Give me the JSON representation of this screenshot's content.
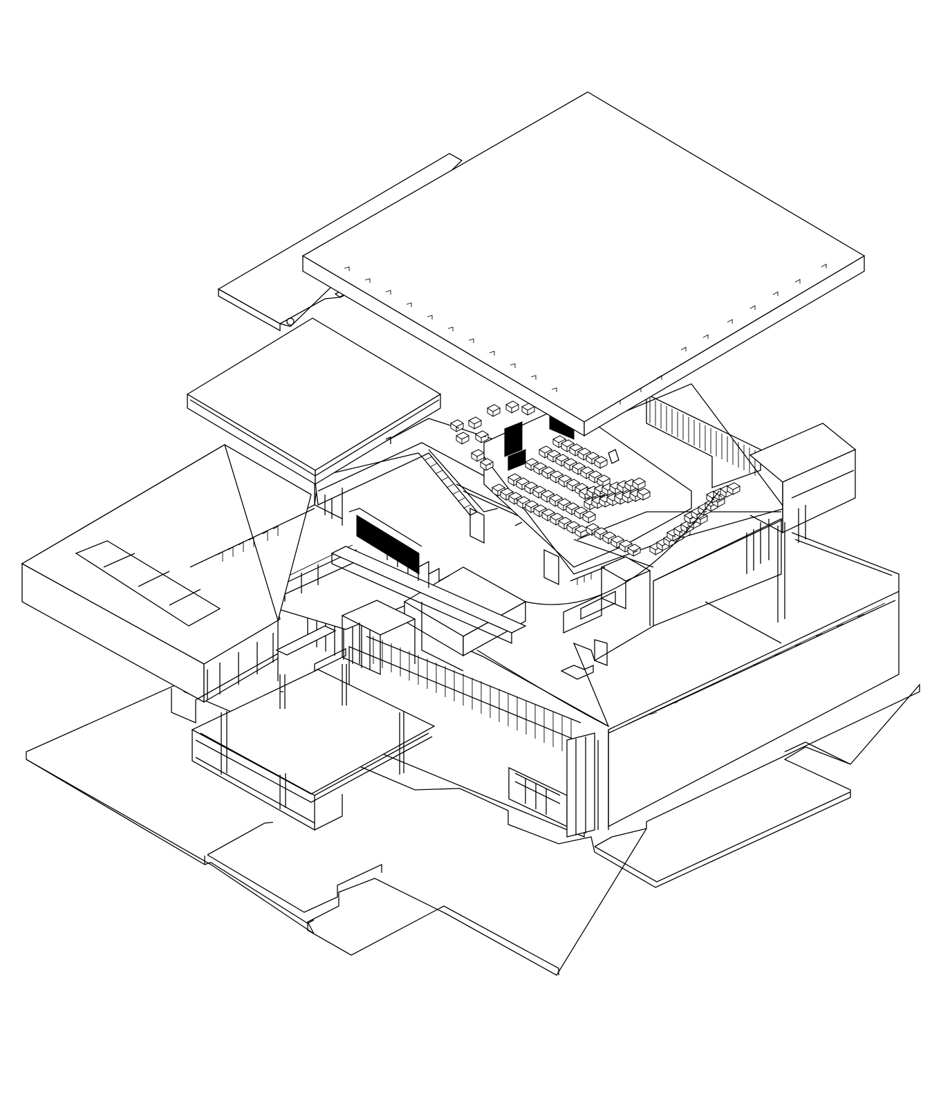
{
  "drawing": {
    "style": "exploded axonometric architectural line drawing",
    "colors": {
      "line": "#000000",
      "background": "#ffffff"
    },
    "layers": [
      {
        "id": "ground-slab"
      },
      {
        "id": "lower-level"
      },
      {
        "id": "auditorium-level"
      },
      {
        "id": "left-upper-block"
      },
      {
        "id": "upper-side-slab"
      },
      {
        "id": "roof-slab"
      }
    ]
  }
}
